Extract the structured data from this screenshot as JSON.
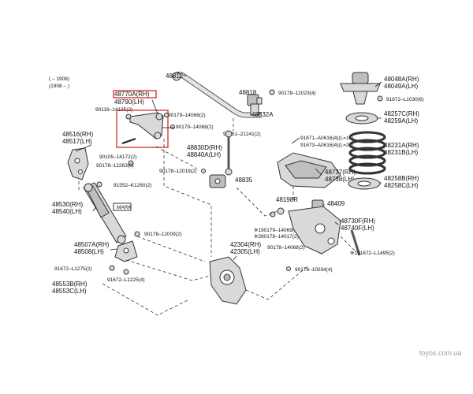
{
  "legend": {
    "row1": "(      – 1908)",
    "row2": "(1908 –      )"
  },
  "labels": {
    "p48812": "48812",
    "p48818": "48818",
    "p90178_12023": "90178–12023(4)",
    "p48770": "48770A(RH)",
    "p48790": "48790(LH)",
    "p90119": "90119–14135(2)",
    "p90179a": "90179–14068(2)",
    "p90179b": "90179–14068(2)",
    "p48832": "48832A",
    "p94151": "94151–21241(2)",
    "p48516": "48516(RH)",
    "p48517": "48517(LH)",
    "p90105": "90105–14172(2)",
    "p90178_12263": "90178–12263(6)",
    "p48830": "48830D(RH)",
    "p48840": "48840A(LH)",
    "p90178_12019": "90178–12019(2)",
    "p48835": "48835",
    "p91552": "91552–K1260(2)",
    "p48530": "48530(RH)",
    "p48540": "48540(LH)",
    "mark": "MARK",
    "p90178_12009": "90178–12009(2)",
    "p48507": "48507A(RH)",
    "p48508": "48508(LH)",
    "p91672_l1275": "91672–L1275(2)",
    "p91672_l1225": "91672–L1225(4)",
    "p48553": "48553B(RH)",
    "p48553c": "48553C(LH)",
    "p42304": "42304(RH)",
    "p42305": "42305(LH)",
    "p48198": "48198R",
    "p48409": "48409",
    "p190179": "※190179–14069(2)",
    "p290178": "※290178–14017(2)",
    "p90178_14068": "90178–14068(2)",
    "p90178_10034": "90178–10034(4)",
    "p48730": "48730F(RH)",
    "p48740": "48740F(LH)",
    "p191672": "※191672–L1495(2)",
    "p48737": "48737(RH)",
    "p48738": "48738(LH)",
    "p91671": "91671–A0616(4)(L=16)",
    "p91673": "91673–A0616(4)(L=20)",
    "p48048a": "48048A(RH)",
    "p48049a": "48049A(LH)",
    "p91672_l1030": "91672–L1030(6)",
    "p48257": "48257C(RH)",
    "p48259": "48259A(LH)",
    "p48231": "48231A(RH)",
    "p48231b": "48231B(LH)",
    "p48258b": "48258B(RH)",
    "p48258c": "48258C(LH)"
  },
  "watermark": "toyox.com.ua",
  "colors": {
    "highlight": "#d62828",
    "part_fill": "#d9d9d9",
    "line": "#222222"
  }
}
